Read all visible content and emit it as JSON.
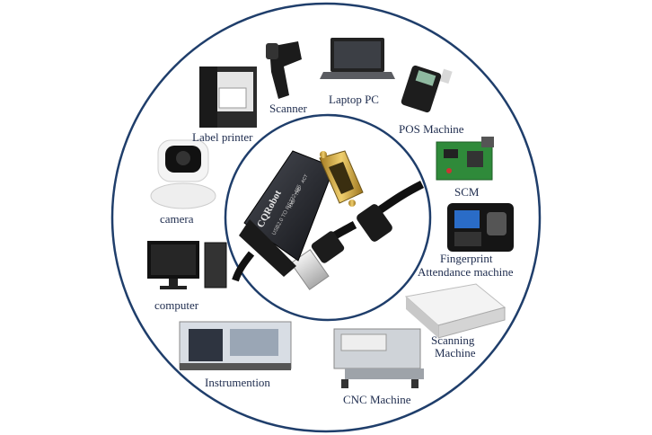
{
  "product": {
    "brand": "CQRobot",
    "cable_text": "USB2.0 TO RS232-485",
    "leds": [
      "ACT",
      "TXD",
      "RXD"
    ]
  },
  "devices": {
    "scanner": "Scanner",
    "laptop": "Laptop PC",
    "pos": "POS Machine",
    "scm": "SCM",
    "fingerprint_line1": "Fingerprint",
    "fingerprint_line2": "Attendance machine",
    "scanning_line1": "Scanning",
    "scanning_line2": "Machine",
    "cnc": "CNC Machine",
    "instrumentation": "Instrumention",
    "computer": "computer",
    "camera": "camera",
    "label_printer": "Label printer"
  },
  "colors": {
    "ring": "#1f3e6b",
    "label": "#1d2b4d"
  }
}
